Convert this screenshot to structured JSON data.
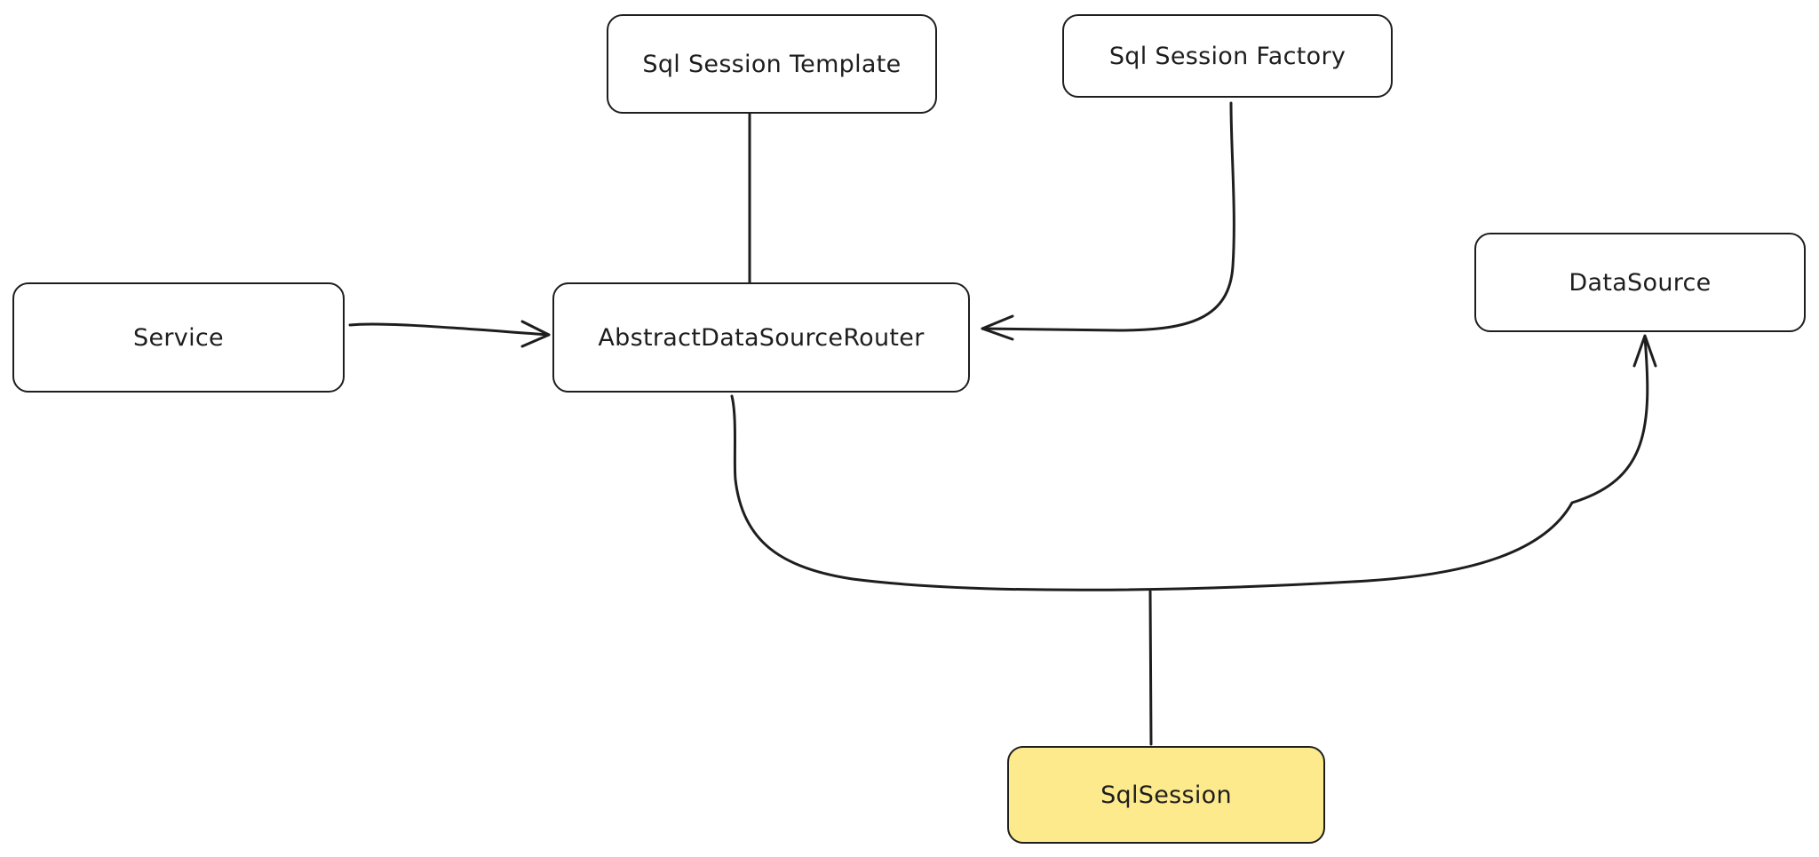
{
  "diagram": {
    "nodes": {
      "sql_session_template": {
        "label": "Sql Session Template"
      },
      "sql_session_factory": {
        "label": "Sql Session Factory"
      },
      "service": {
        "label": "Service"
      },
      "abstract_data_source_router": {
        "label": "AbstractDataSourceRouter"
      },
      "data_source": {
        "label": "DataSource"
      },
      "sql_session": {
        "label": "SqlSession",
        "fill": "#fdea8d"
      }
    },
    "edges": [
      {
        "from": "sql_session_template",
        "to": "abstract_data_source_router",
        "arrow": false
      },
      {
        "from": "sql_session_factory",
        "to": "abstract_data_source_router",
        "arrow": true
      },
      {
        "from": "service",
        "to": "abstract_data_source_router",
        "arrow": true
      },
      {
        "from": "abstract_data_source_router",
        "to": "data_source",
        "arrow": true
      },
      {
        "from": "sql_session",
        "to": "abstract_data_source_router",
        "arrow": false
      }
    ],
    "colors": {
      "stroke": "#1e1e1e",
      "node_fill": "#ffffff",
      "highlight_fill": "#fdea8d",
      "background": "#ffffff"
    }
  }
}
